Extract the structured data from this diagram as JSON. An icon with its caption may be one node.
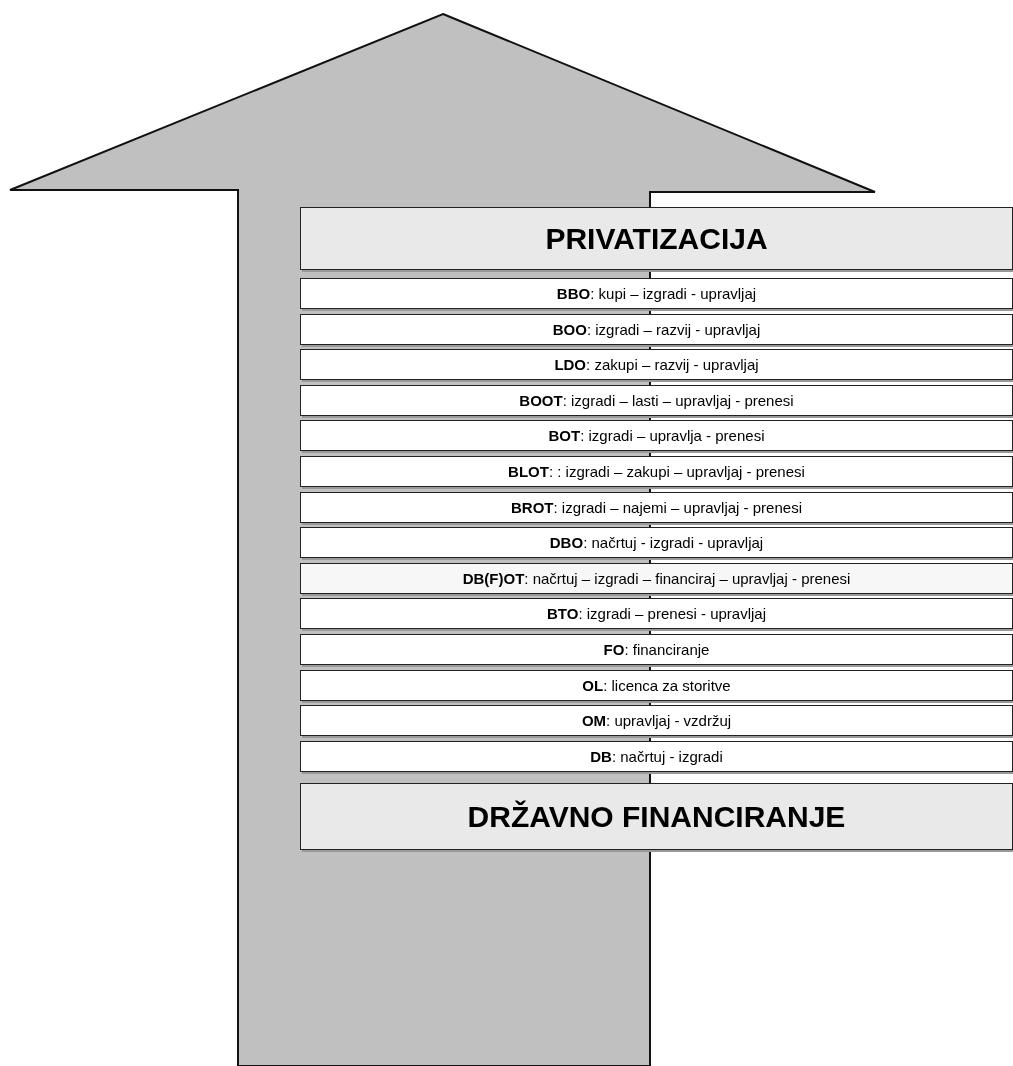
{
  "diagram": {
    "nodes": [
      {
        "text": [
          "PRIVATIZACIJA"
        ]
      },
      {
        "text": [
          "**BBO**: kupi – izgradi - upravljaj"
        ]
      },
      {
        "text": [
          "**BOO**: izgradi – razvij - upravljaj"
        ]
      },
      {
        "text": [
          "**LDO**: zakupi – razvij - upravljaj"
        ]
      },
      {
        "text": [
          "**BOOT**: izgradi – lasti – upravljaj - prenesi"
        ]
      },
      {
        "text": [
          "**BOT**: izgradi – upravlja - prenesi"
        ]
      },
      {
        "text": [
          "**BLOT**: : izgradi – zakupi – upravljaj - prenesi"
        ]
      },
      {
        "text": [
          "**BROT**: izgradi – najemi – upravljaj - prenesi"
        ]
      },
      {
        "text": [
          "**DBO**: načrtuj - izgradi - upravljaj"
        ]
      },
      {
        "text": [
          "**DB(F)OT**: načrtuj – izgradi – financiraj – upravljaj - prenesi"
        ]
      },
      {
        "text": [
          "**BTO**: izgradi – prenesi - upravljaj"
        ]
      },
      {
        "text": [
          "**FO**: financiranje"
        ]
      },
      {
        "text": [
          "**OL**: licenca za storitve"
        ]
      },
      {
        "text": [
          "**OM**: upravljaj - vzdržuj"
        ]
      },
      {
        "text": [
          "**DB**: načrtuj - izgradi"
        ]
      },
      {
        "text": [
          "DRŽAVNO FINANCIRANJE"
        ]
      }
    ]
  }
}
